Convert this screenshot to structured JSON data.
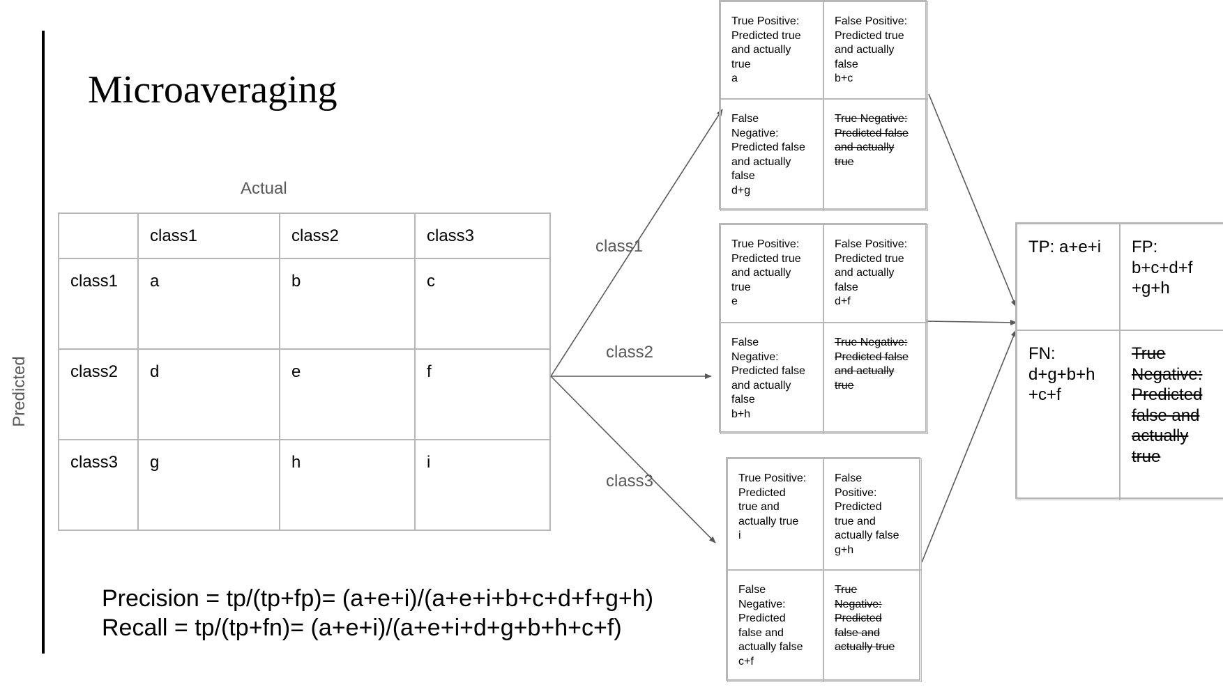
{
  "title": "Microaveraging",
  "axis": {
    "actual": "Actual",
    "predicted": "Predicted"
  },
  "matrix": {
    "header": [
      "",
      "class1",
      "class2",
      "class3"
    ],
    "rows": [
      [
        "class1",
        "a",
        "b",
        "c"
      ],
      [
        "class2",
        "d",
        "e",
        "f"
      ],
      [
        "class3",
        "g",
        "h",
        "i"
      ]
    ]
  },
  "branch_labels": [
    "class1",
    "class2",
    "class3"
  ],
  "boxes": [
    {
      "tp": [
        "True Positive:",
        "Predicted true",
        "and actually",
        "true",
        "a"
      ],
      "fp": [
        "False Positive:",
        "Predicted true",
        "and actually",
        "false",
        "b+c"
      ],
      "fn": [
        "False",
        "Negative:",
        "Predicted false",
        "and actually",
        "false",
        "d+g"
      ],
      "tn": [
        "True Negative:",
        "Predicted false",
        "and actually",
        "true"
      ]
    },
    {
      "tp": [
        "True Positive:",
        "Predicted true",
        "and actually",
        "true",
        "e"
      ],
      "fp": [
        "False Positive:",
        "Predicted true",
        "and actually",
        "false",
        "d+f"
      ],
      "fn": [
        "False",
        "Negative:",
        "Predicted false",
        "and actually",
        "false",
        "b+h"
      ],
      "tn": [
        "True Negative:",
        "Predicted false",
        "and actually",
        "true"
      ]
    },
    {
      "tp": [
        "True Positive:",
        "Predicted",
        "true and",
        "actually true",
        "i"
      ],
      "fp": [
        "False",
        "Positive:",
        "Predicted",
        "true and",
        "actually false",
        "g+h"
      ],
      "fn": [
        "False",
        "Negative:",
        "Predicted",
        "false and",
        "actually false",
        "c+f"
      ],
      "tn": [
        "True",
        "Negative:",
        "Predicted",
        "false and",
        "actually true"
      ]
    }
  ],
  "final": {
    "tp": [
      "TP: a+e+i"
    ],
    "fp": [
      "FP:",
      "b+c+d+f",
      "+g+h"
    ],
    "fn": [
      "FN:",
      "d+g+b+h",
      "+c+f"
    ],
    "tn": [
      "True",
      "Negative:",
      "Predicted",
      "false and",
      "actually",
      "true"
    ]
  },
  "formulas": {
    "precision": "Precision = tp/(tp+fp)= (a+e+i)/(a+e+i+b+c+d+f+g+h)",
    "recall": "Recall = tp/(tp+fn)= (a+e+i)/(a+e+i+d+g+b+h+c+f)"
  }
}
